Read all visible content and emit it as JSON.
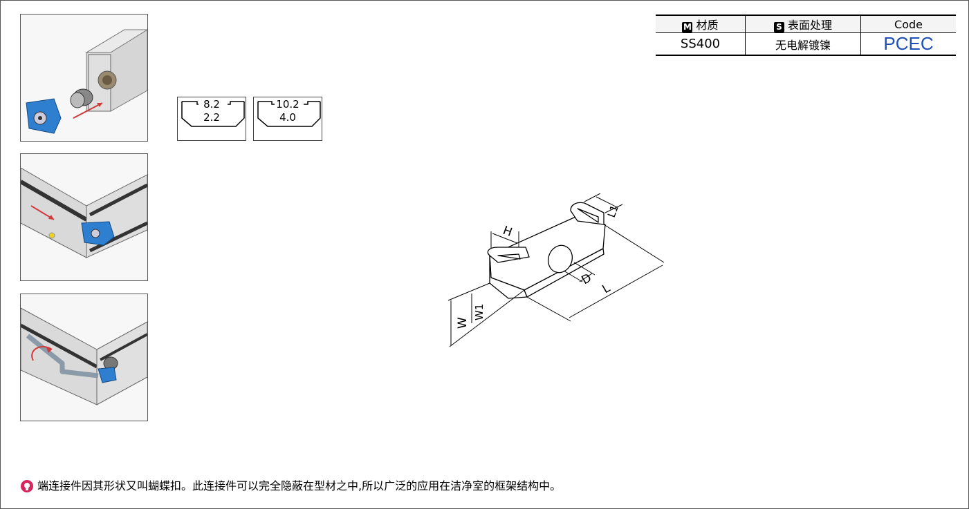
{
  "spec_table": {
    "headers": {
      "material": {
        "badge": "M",
        "label": "材质"
      },
      "surface": {
        "badge": "S",
        "label": "表面处理"
      },
      "code": {
        "label": "Code"
      }
    },
    "values": {
      "material": "SS400",
      "surface": "无电解镀镍",
      "code": "PCEC"
    }
  },
  "slot_sizes": [
    {
      "top": "8.2",
      "bottom": "2.2"
    },
    {
      "top": "10.2",
      "bottom": "4.0"
    }
  ],
  "dimension_labels": {
    "H": "H",
    "L": "L",
    "L1": "L1",
    "D": "D",
    "W": "W",
    "W1": "W1"
  },
  "install_photos": [
    "step-1-insert",
    "step-2-slide",
    "step-3-tighten"
  ],
  "footnote": {
    "icon": "info-bulb-icon",
    "text": "端连接件因其形状又叫蝴蝶扣。此连接件可以完全隐蔽在型材之中,所以广泛的应用在洁净室的框架结构中。"
  },
  "colors": {
    "accent_blue": "#2f7fd0",
    "code_blue": "#1d4fb8",
    "arrow_red": "#d23a3a",
    "note_pink": "#d6265e"
  }
}
